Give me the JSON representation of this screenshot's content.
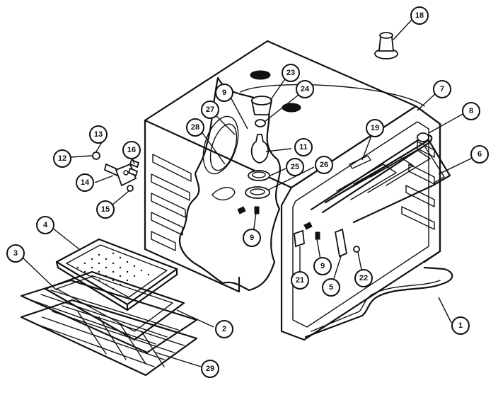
{
  "callouts": [
    {
      "id": "c18",
      "label": "18"
    },
    {
      "id": "c23",
      "label": "23"
    },
    {
      "id": "c9a",
      "label": "9"
    },
    {
      "id": "c24",
      "label": "24"
    },
    {
      "id": "c27",
      "label": "27"
    },
    {
      "id": "c7",
      "label": "7"
    },
    {
      "id": "c8",
      "label": "8"
    },
    {
      "id": "c28",
      "label": "28"
    },
    {
      "id": "c19",
      "label": "19"
    },
    {
      "id": "c13",
      "label": "13"
    },
    {
      "id": "c11",
      "label": "11"
    },
    {
      "id": "c6",
      "label": "6"
    },
    {
      "id": "c12",
      "label": "12"
    },
    {
      "id": "c16",
      "label": "16"
    },
    {
      "id": "c25",
      "label": "25"
    },
    {
      "id": "c26",
      "label": "26"
    },
    {
      "id": "c14",
      "label": "14"
    },
    {
      "id": "c15",
      "label": "15"
    },
    {
      "id": "c4",
      "label": "4"
    },
    {
      "id": "c9b",
      "label": "9"
    },
    {
      "id": "c3",
      "label": "3"
    },
    {
      "id": "c21",
      "label": "21"
    },
    {
      "id": "c9c",
      "label": "9"
    },
    {
      "id": "c22",
      "label": "22"
    },
    {
      "id": "c5",
      "label": "5"
    },
    {
      "id": "c2",
      "label": "2"
    },
    {
      "id": "c1",
      "label": "1"
    },
    {
      "id": "c29",
      "label": "29"
    }
  ],
  "colors": {
    "ink": "#111111",
    "paper": "#ffffff"
  }
}
